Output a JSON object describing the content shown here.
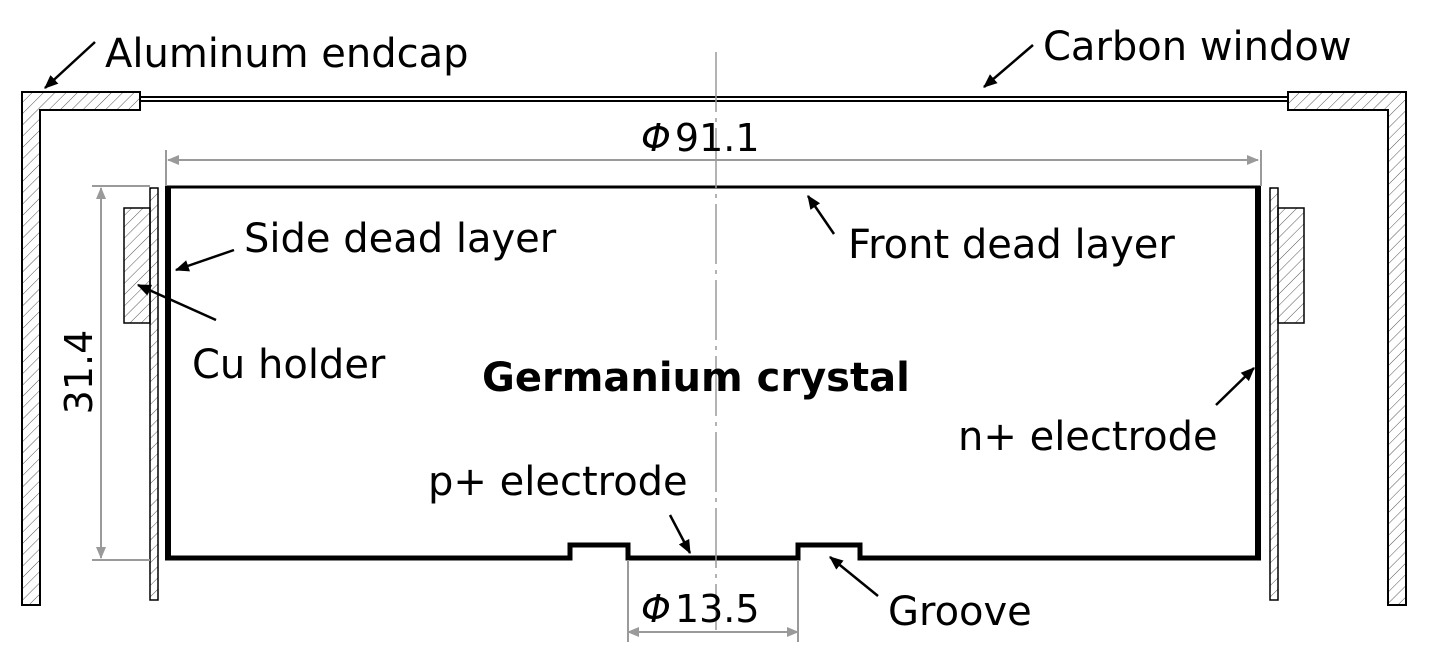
{
  "labels": {
    "aluminum_endcap": "Aluminum endcap",
    "carbon_window": "Carbon window",
    "side_dead_layer": "Side dead layer",
    "front_dead_layer": "Front dead layer",
    "cu_holder": "Cu holder",
    "germanium_crystal": "Germanium crystal",
    "n_electrode": "n+ electrode",
    "p_electrode": "p+ electrode",
    "groove": "Groove"
  },
  "dimensions": {
    "diameter_symbol": "Φ",
    "crystal_diameter": "91.1",
    "crystal_height": "31.4",
    "p_electrode_diameter": "13.5"
  },
  "colors": {
    "lines": "#000000",
    "dimension_lines": "#9a9a9a",
    "background": "#ffffff"
  }
}
